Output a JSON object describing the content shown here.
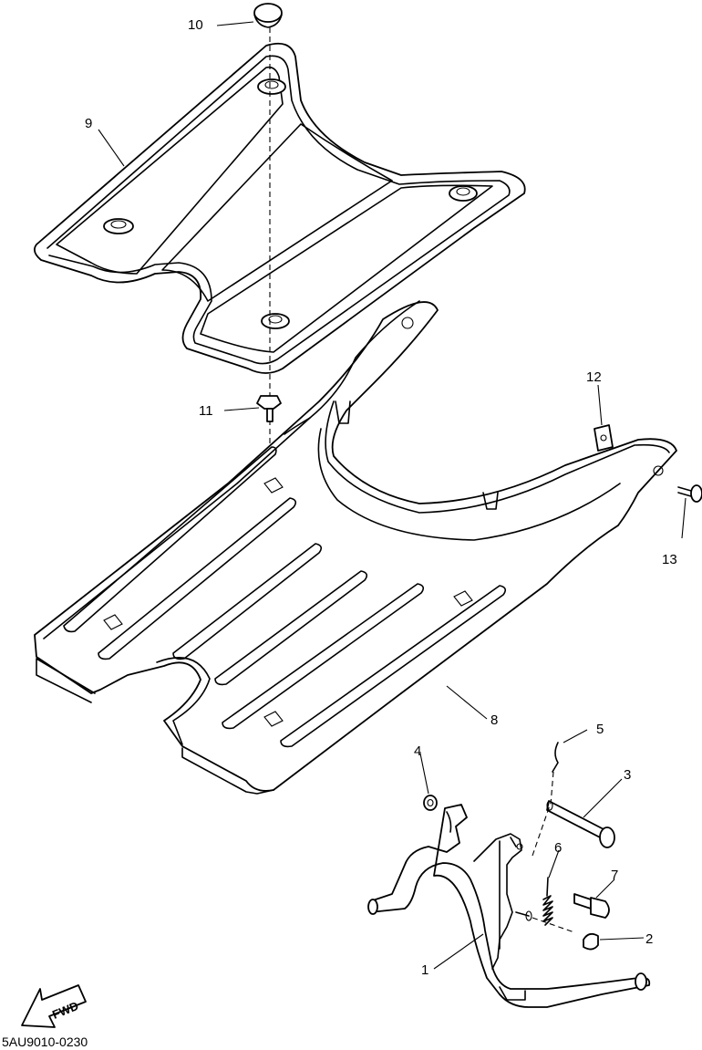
{
  "diagram": {
    "code": "5AU9010-0230",
    "fwd_label": "FWD",
    "callouts": [
      {
        "id": "1",
        "label": "1"
      },
      {
        "id": "2",
        "label": "2"
      },
      {
        "id": "3",
        "label": "3"
      },
      {
        "id": "4",
        "label": "4"
      },
      {
        "id": "5",
        "label": "5"
      },
      {
        "id": "6",
        "label": "6"
      },
      {
        "id": "7",
        "label": "7"
      },
      {
        "id": "8",
        "label": "8"
      },
      {
        "id": "9",
        "label": "9"
      },
      {
        "id": "10",
        "label": "10"
      },
      {
        "id": "11",
        "label": "11"
      },
      {
        "id": "12",
        "label": "12"
      },
      {
        "id": "13",
        "label": "13"
      }
    ]
  }
}
